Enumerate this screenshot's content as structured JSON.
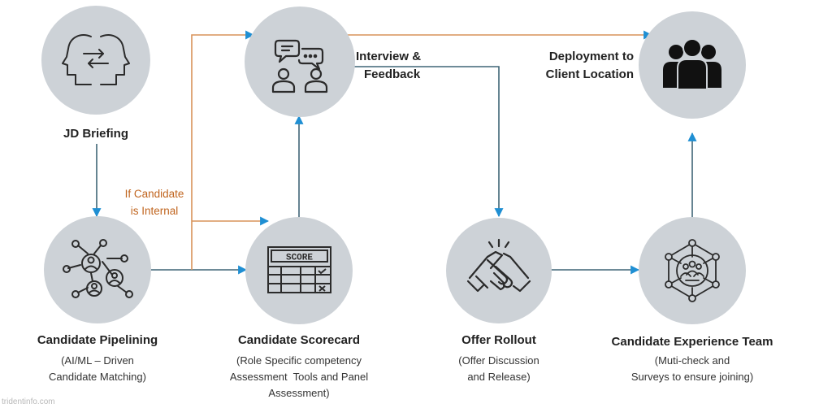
{
  "nodes": {
    "jd_briefing": {
      "title": "JD Briefing",
      "icon": "two-heads-exchange-icon"
    },
    "pipelining": {
      "title": "Candidate Pipelining",
      "line1": "(AI/ML – Driven",
      "line2": "Candidate Matching)",
      "icon": "network-people-icon"
    },
    "interview": {
      "title_line1": "Interview &",
      "title_line2": "Feedback",
      "icon": "interview-chat-icon"
    },
    "scorecard": {
      "title": "Candidate Scorecard",
      "line1": "(Role Specific competency",
      "line2": "Assessment  Tools and Panel",
      "line3": "Assessment)",
      "icon_text": "SCORE",
      "icon": "scorecard-icon"
    },
    "offer": {
      "title": "Offer Rollout",
      "line1": "(Offer Discussion",
      "line2": "and Release)",
      "icon": "handshake-icon"
    },
    "experience": {
      "title": "Candidate Experience Team",
      "line1": "(Muti-check and",
      "line2": "Surveys to ensure joining)",
      "icon": "team-network-icon"
    },
    "deployment": {
      "title_line1": "Deployment to",
      "title_line2": "Client Location",
      "icon": "group-people-icon"
    }
  },
  "branch_label": {
    "line1": "If Candidate",
    "line2": "is Internal"
  },
  "watermark": "tridentinfo.com",
  "colors": {
    "circle": "#cdd2d7",
    "connector": "#3f6576",
    "branch": "#d9935a",
    "arrow": "#1f8fd3",
    "icon": "#2b2b2b"
  }
}
